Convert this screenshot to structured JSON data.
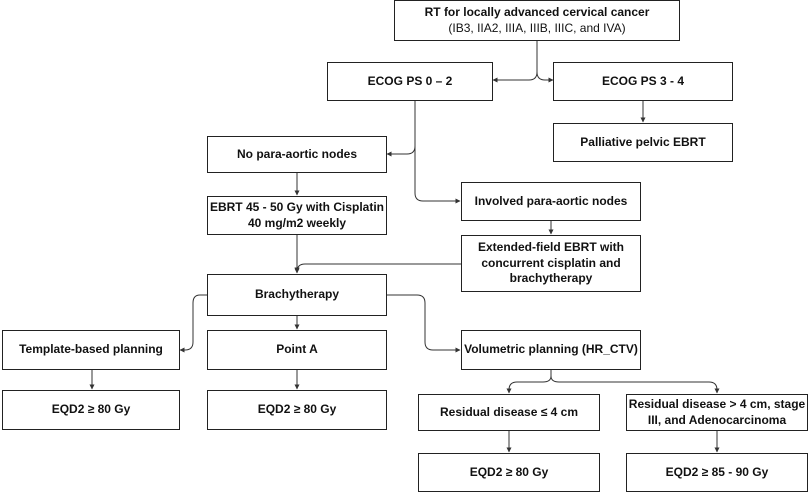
{
  "diagram": {
    "root": {
      "line1": "RT for locally advanced cervical cancer",
      "line2": "(IB3, IIA2, IIIA, IIIB, IIIC, and IVA)"
    },
    "ecog_0_2": "ECOG PS 0 – 2",
    "ecog_3_4": "ECOG PS 3 - 4",
    "palliative": "Palliative pelvic EBRT",
    "no_para_aortic": "No para-aortic nodes",
    "ebrt": {
      "line1": "EBRT 45 - 50 Gy with Cisplatin",
      "line2": "40 mg/m2 weekly"
    },
    "involved_para_aortic": "Involved para-aortic nodes",
    "extended_field": {
      "line1": "Extended-field EBRT with",
      "line2": "concurrent cisplatin and",
      "line3": "brachytherapy"
    },
    "brachytherapy": "Brachytherapy",
    "template_planning": "Template-based planning",
    "point_a": "Point A",
    "volumetric_planning": "Volumetric planning (HR_CTV)",
    "eqd2_template": "EQD2 ≥ 80 Gy",
    "eqd2_point_a": "EQD2 ≥ 80 Gy",
    "residual_small": "Residual disease ≤ 4 cm",
    "residual_large": {
      "line1": "Residual disease > 4 cm, stage",
      "line2": "III, and Adenocarcinoma"
    },
    "eqd2_small": "EQD2 ≥ 80 Gy",
    "eqd2_large": "EQD2 ≥ 85 - 90 Gy"
  }
}
